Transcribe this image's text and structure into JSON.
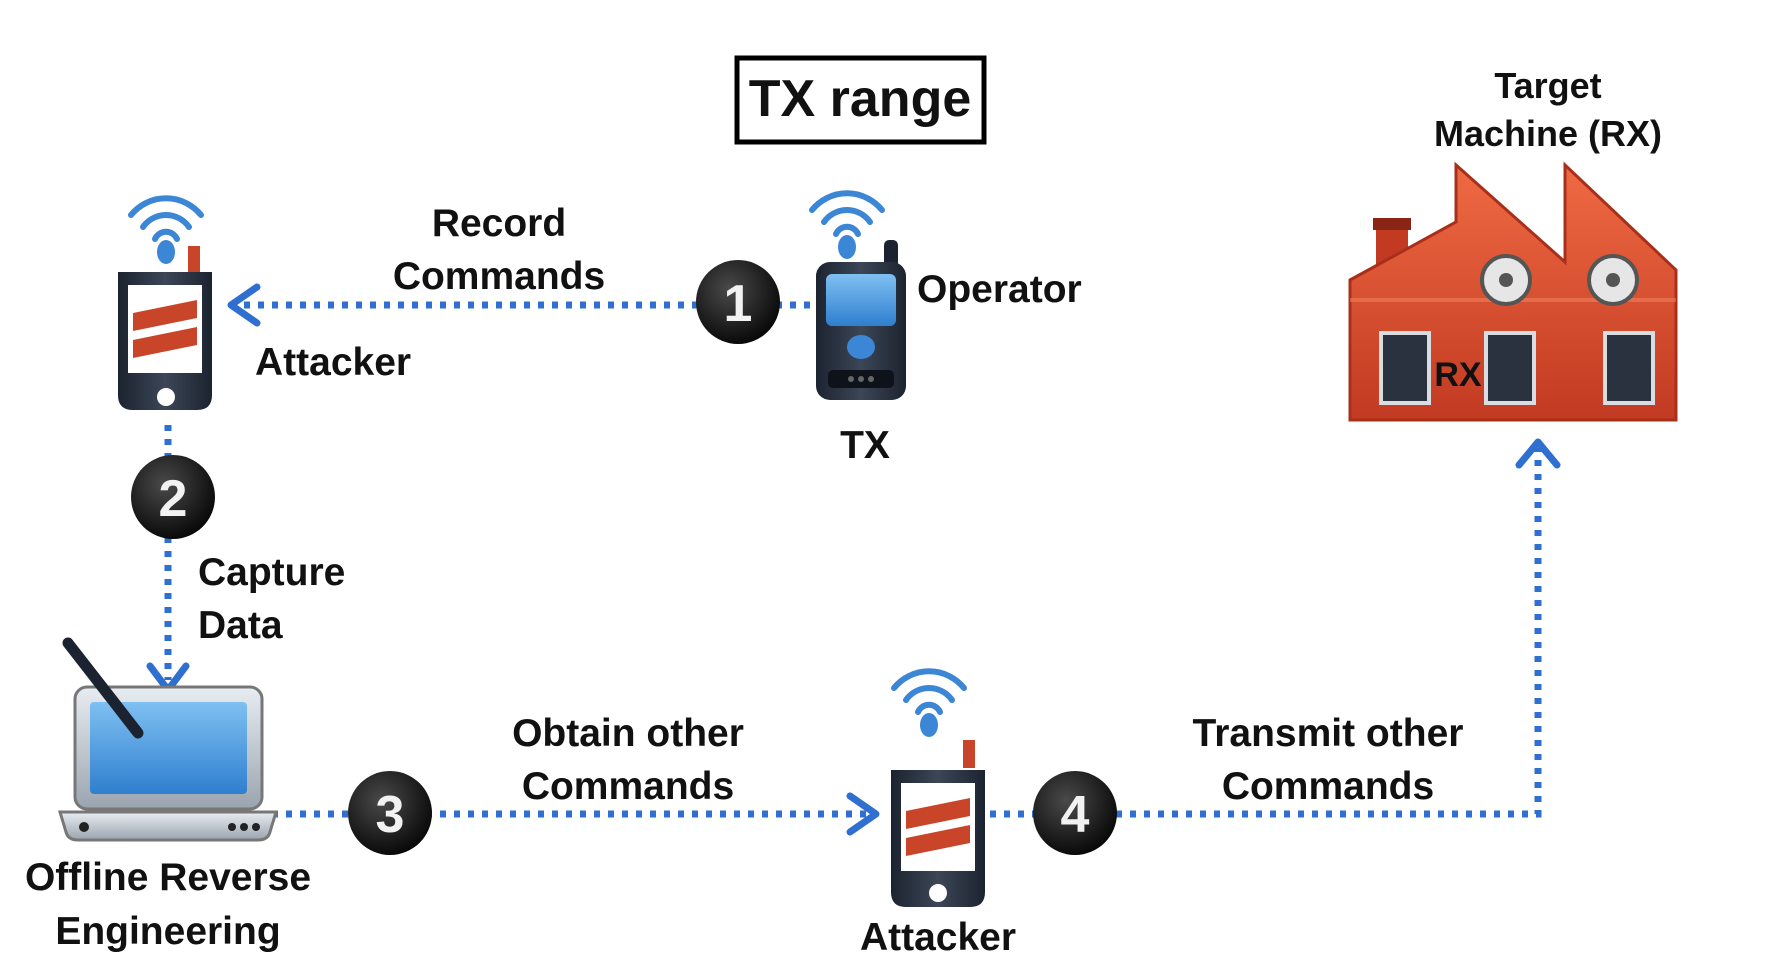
{
  "title": "TX range",
  "nodes": {
    "attacker_top": {
      "label": "Attacker"
    },
    "operator_tx": {
      "side_label": "Operator",
      "bottom_label": "TX"
    },
    "target": {
      "label_line1": "Target",
      "label_line2": "Machine (RX)",
      "inner_label": "RX"
    },
    "laptop": {
      "label_line1": "Offline Reverse",
      "label_line2": "Engineering"
    },
    "attacker_bottom": {
      "label": "Attacker"
    }
  },
  "steps": [
    {
      "number": "1",
      "line1": "Record",
      "line2": "Commands"
    },
    {
      "number": "2",
      "line1": "Capture",
      "line2": "Data"
    },
    {
      "number": "3",
      "line1": "Obtain other",
      "line2": "Commands"
    },
    {
      "number": "4",
      "line1": "Transmit other",
      "line2": "Commands"
    }
  ],
  "colors": {
    "arrow": "#2f6fd0",
    "device_dark": "#2a3240",
    "device_screen_red": "#c8452a",
    "factory_red": "#d94a2e",
    "wifi_blue": "#3c86d6",
    "step_circle": "#111111"
  },
  "icons": [
    "wifi-icon",
    "remote-device-icon",
    "phone-icon",
    "factory-icon",
    "laptop-icon"
  ]
}
